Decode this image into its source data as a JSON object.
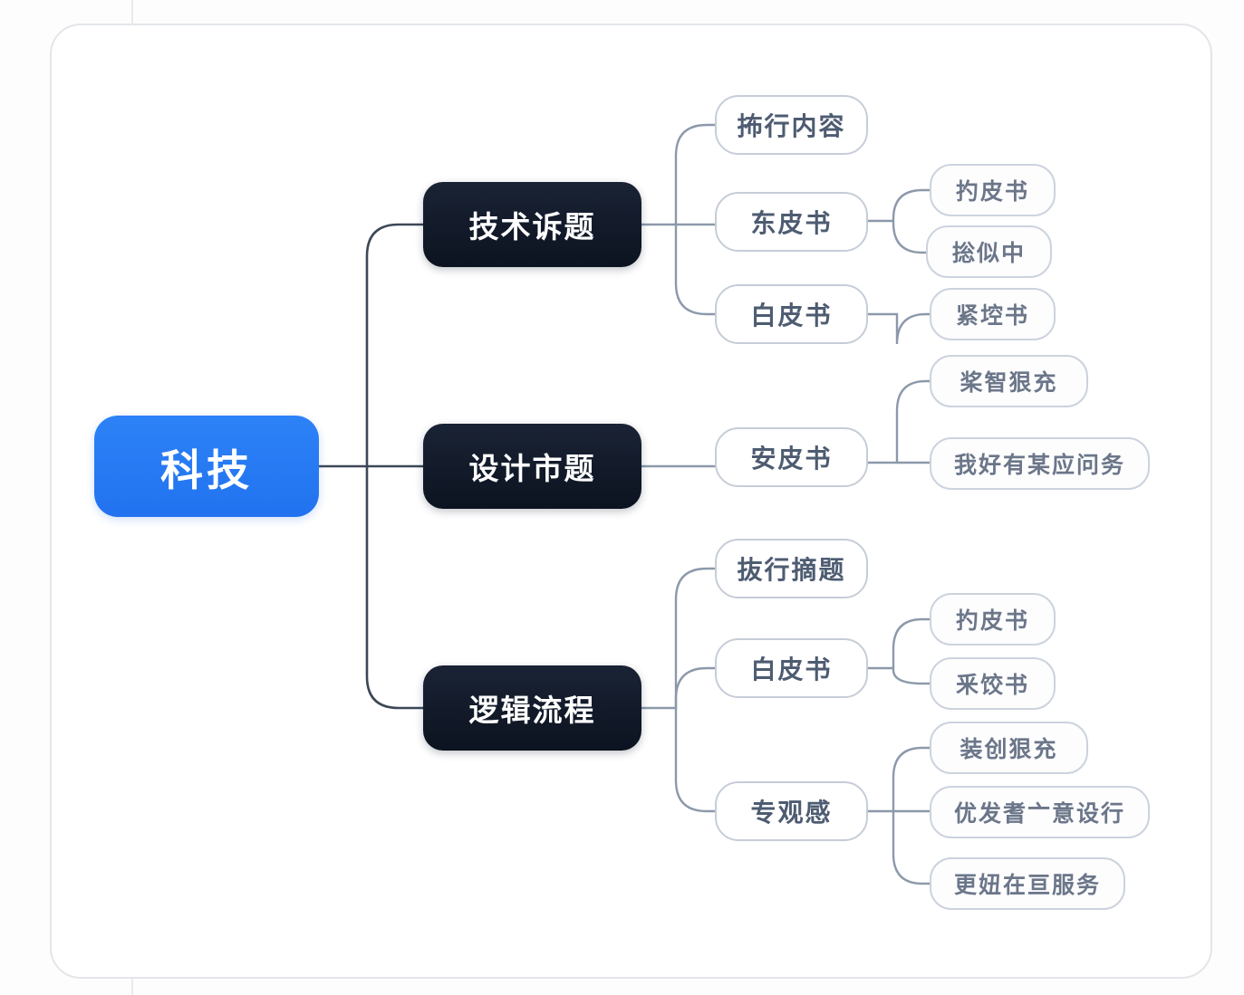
{
  "diagram": {
    "type": "mindmap",
    "title": "科技",
    "orientation": "left-to-right",
    "colors": {
      "root_fill": "#2272ef",
      "root_text": "#ffffff",
      "branch_fill": "#0f1726",
      "branch_text": "#ffffff",
      "sub_border": "#c6cdd8",
      "sub_text": "#4e5c72",
      "leaf_border": "#ccd3dd",
      "leaf_text": "#6b7689",
      "link_dark": "#3d4757",
      "link_light": "#9aa6b7",
      "panel_border": "#e3e5e9",
      "canvas_bg": "#fdfdfe"
    }
  },
  "root": {
    "label": "科技"
  },
  "branches": [
    {
      "label": "技术诉题",
      "children": [
        {
          "label": "抪行内容",
          "leaves": []
        },
        {
          "label": "东皮书",
          "leaves": [
            {
              "label": "扚皮书"
            },
            {
              "label": "捴似中"
            }
          ]
        },
        {
          "label": "白皮书",
          "leaves": [
            {
              "label": "紧埪书"
            }
          ]
        }
      ]
    },
    {
      "label": "设计市题",
      "children": [
        {
          "label": "安皮书",
          "leaves": [
            {
              "label": "桨智狠充"
            },
            {
              "label": "我好有某应问务"
            }
          ]
        }
      ]
    },
    {
      "label": "逻辑流程",
      "children": [
        {
          "label": "抜行摘题",
          "leaves": []
        },
        {
          "label": "白皮书",
          "leaves": [
            {
              "label": "扚皮书"
            },
            {
              "label": "釆饺书"
            }
          ]
        },
        {
          "label": "专观感",
          "leaves": [
            {
              "label": "装创狠充"
            },
            {
              "label": "优发耆亠意设行"
            },
            {
              "label": "更妞在亘服务"
            }
          ]
        }
      ]
    }
  ]
}
